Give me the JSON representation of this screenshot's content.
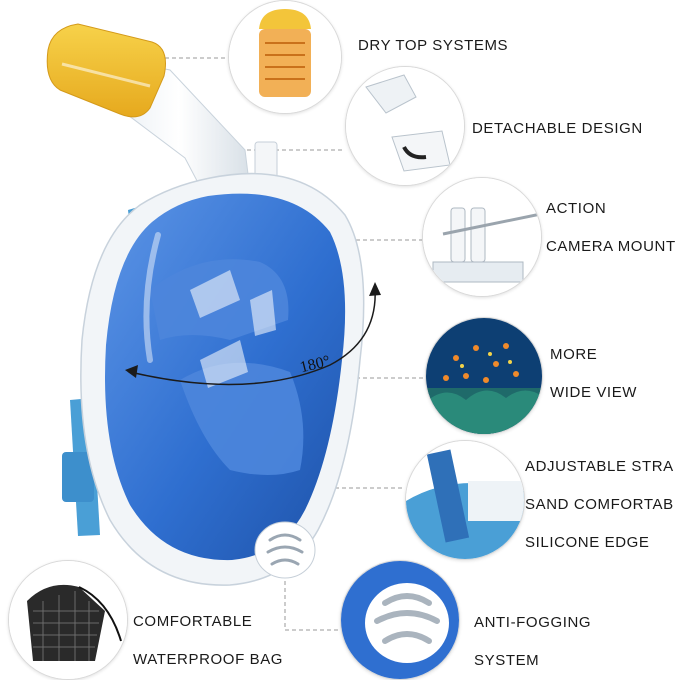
{
  "features": {
    "dry_top": "DRY TOP SYSTEMS",
    "detachable": "DETACHABLE DESIGN",
    "action_1": "ACTION",
    "action_2": "CAMERA MOUNT",
    "wide_1": "MORE",
    "wide_2": "WIDE VIEW",
    "strap_1": "ADJUSTABLE STRA",
    "strap_2": "SAND COMFORTAB",
    "strap_3": "SILICONE EDGE",
    "bag_1": "COMFORTABLE",
    "bag_2": "WATERPROOF BAG",
    "fog_1": "ANTI-FOGGING",
    "fog_2": "SYSTEM"
  },
  "mask": {
    "view_angle": "180°"
  },
  "colors": {
    "mask_blue": "#2f6fd0",
    "frame_white": "#f2f5f8",
    "snorkel_yellow": "#f2c030",
    "strap_blue": "#4a9fd6",
    "leader_line": "#9a9a9a"
  }
}
